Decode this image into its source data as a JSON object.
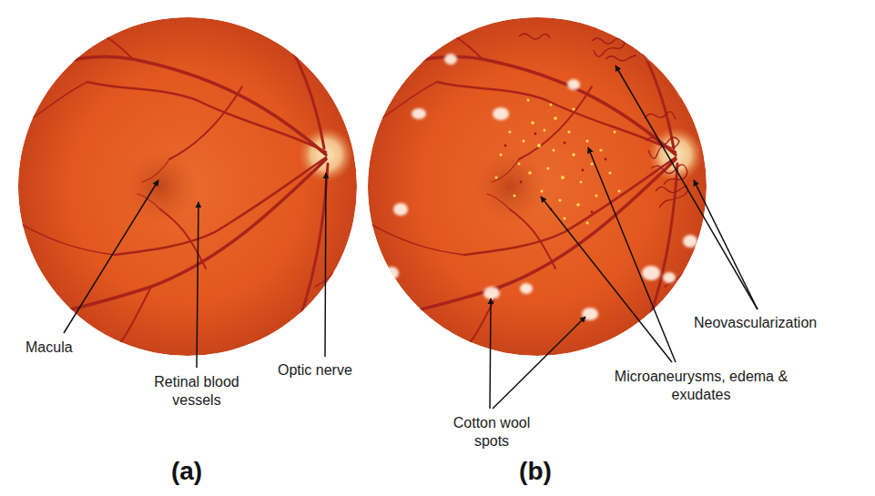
{
  "diagram": {
    "labels": [
      "Macula",
      "Retinal blood vessels",
      "Optic nerve",
      "Neovascularization",
      "Microaneurysms, edema & exudates",
      "Cotton wool spots",
      "(a)",
      "(b)"
    ]
  }
}
